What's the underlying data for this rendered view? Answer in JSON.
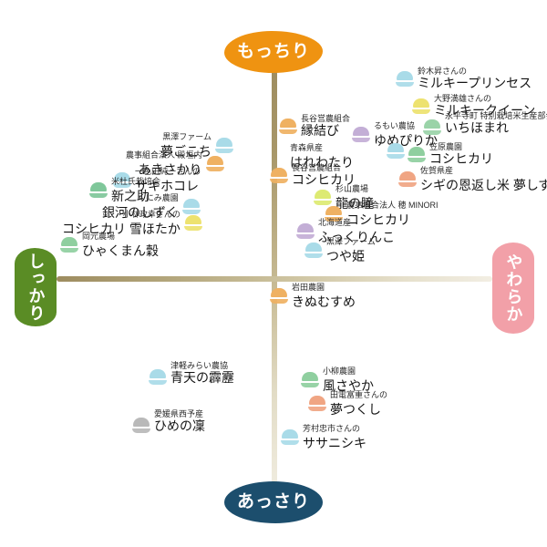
{
  "chart_data": {
    "type": "scatter",
    "title": "",
    "xlabel": "",
    "ylabel": "",
    "axes": {
      "vertical": {
        "top_label": "もっちり",
        "bottom_label": "あっさり"
      },
      "horizontal": {
        "left_label": "しっかり",
        "right_label": "やわらか"
      }
    },
    "grid": false,
    "legend": "none",
    "points": [
      {
        "producer": "鈴木昇さんの",
        "name": "ミルキープリンセス",
        "color": "#a9dbe8",
        "x": 0.72,
        "y": 0.93
      },
      {
        "producer": "大野満雄さんの",
        "name": "ミルキークイーン",
        "color": "#ede26f",
        "x": 0.78,
        "y": 0.87
      },
      {
        "producer": "長谷営農組合",
        "name": "縁結び",
        "color": "#efb162",
        "x": 0.1,
        "y": 0.78
      },
      {
        "producer": "るもい農協",
        "name": "ゆめぴりか",
        "color": "#c3aed6",
        "x": 0.36,
        "y": 0.77
      },
      {
        "producer": "永平寺町 特別栽培米生産部会",
        "name": "いちほまれ",
        "color": "#9ad3a8",
        "x": 0.68,
        "y": 0.76
      },
      {
        "producer": "青森県産",
        "name": "はれわたり",
        "color": "#a9dbe8",
        "x": 0.22,
        "y": 0.7
      },
      {
        "producer": "笠原農園",
        "name": "コシヒカリ",
        "color": "#8fcf9f",
        "x": 0.52,
        "y": 0.7
      },
      {
        "producer": "黒澤ファーム",
        "name": "夢ごこち",
        "color": "#a9dbe8",
        "x": -0.3,
        "y": 0.69
      },
      {
        "producer": "農事組合法人 殿垣内",
        "name": "あきさかり",
        "color": "#efb162",
        "x": -0.37,
        "y": 0.65
      },
      {
        "producer": "一色田純一さんの",
        "name": "サキホコレ",
        "color": "#a9dbe8",
        "x": -0.32,
        "y": 0.61
      },
      {
        "producer": "長谷営農組合",
        "name": "コシヒカリ",
        "color": "#efb162",
        "x": 0.1,
        "y": 0.6
      },
      {
        "producer": "佐賀県産",
        "name": "シギの恩返し米 夢しずく",
        "color": "#f0a583",
        "x": 0.56,
        "y": 0.61
      },
      {
        "producer": "米杜氏栽培会",
        "name": "新之助",
        "color": "#7fc79a",
        "x": -0.44,
        "y": 0.56
      },
      {
        "producer": "杉山農場",
        "name": "龍の瞳",
        "color": "#ddea72",
        "x": 0.25,
        "y": 0.54
      },
      {
        "producer": "くにみ農園",
        "name": "銀河のしずく",
        "color": "#a9dbe8",
        "x": -0.4,
        "y": 0.51
      },
      {
        "producer": "農事組合法人 穂 MINORI",
        "name": "コシヒカリ",
        "color": "#efb162",
        "x": 0.3,
        "y": 0.48
      },
      {
        "producer": "小林政幸さんの",
        "name": "コシヒカリ 雪ほたか",
        "color": "#ede26f",
        "x": -0.4,
        "y": 0.46
      },
      {
        "producer": "北海道産",
        "name": "ふっくりんこ",
        "color": "#c3aed6",
        "x": 0.18,
        "y": 0.42
      },
      {
        "producer": "黒澤ファーム",
        "name": "つや姫",
        "color": "#a9dbe8",
        "x": 0.2,
        "y": 0.35
      },
      {
        "producer": "岡元農場",
        "name": "ひゃくまん穀",
        "color": "#8fcf9f",
        "x": -0.48,
        "y": 0.3
      },
      {
        "producer": "岩田農園",
        "name": "きぬむすめ",
        "color": "#efb162",
        "x": 0.18,
        "y": -0.06
      },
      {
        "producer": "津軽みらい農協",
        "name": "青天の霹靂",
        "color": "#a9dbe8",
        "x": -0.37,
        "y": -0.45
      },
      {
        "producer": "小柳農園",
        "name": "風さやか",
        "color": "#8fcf9f",
        "x": 0.28,
        "y": -0.5
      },
      {
        "producer": "田電富重さんの",
        "name": "夢つくし",
        "color": "#f0a583",
        "x": 0.3,
        "y": -0.58
      },
      {
        "producer": "愛媛県西予産",
        "name": "ひめの凜",
        "color": "#b9b9b9",
        "x": -0.42,
        "y": -0.66
      },
      {
        "producer": "芳村忠市さんの",
        "name": "ササニシキ",
        "color": "#a9dbe8",
        "x": 0.22,
        "y": -0.72
      }
    ]
  }
}
